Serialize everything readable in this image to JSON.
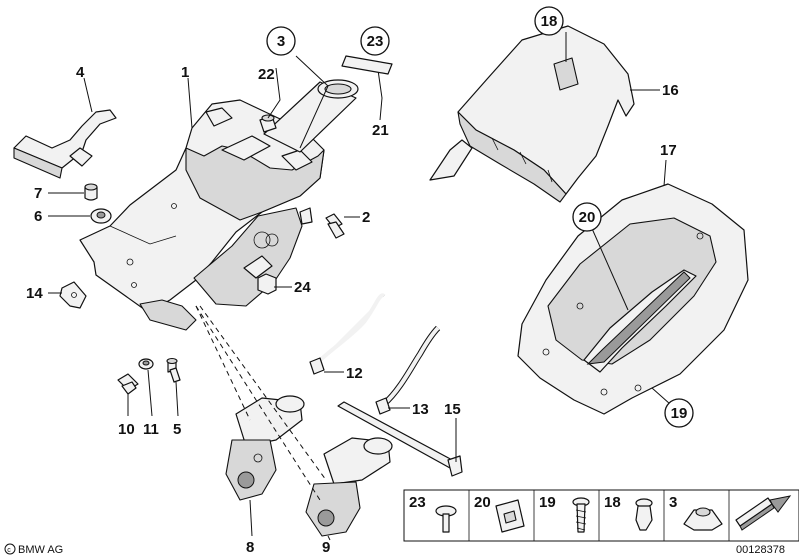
{
  "callouts": {
    "c1": "1",
    "c2": "2",
    "c3": "3",
    "c4": "4",
    "c5": "5",
    "c6": "6",
    "c7": "7",
    "c8": "8",
    "c9": "9",
    "c10": "10",
    "c11": "11",
    "c12": "12",
    "c13": "13",
    "c14": "14",
    "c15": "15",
    "c16": "16",
    "c17": "17",
    "c18": "18",
    "c19": "19",
    "c20": "20",
    "c21": "21",
    "c22": "22",
    "c23": "23",
    "c24": "24"
  },
  "legend": {
    "items": [
      "23",
      "20",
      "19",
      "18",
      "3"
    ]
  },
  "footer": {
    "brand": "BMW AG",
    "doc_number": "00128378"
  }
}
